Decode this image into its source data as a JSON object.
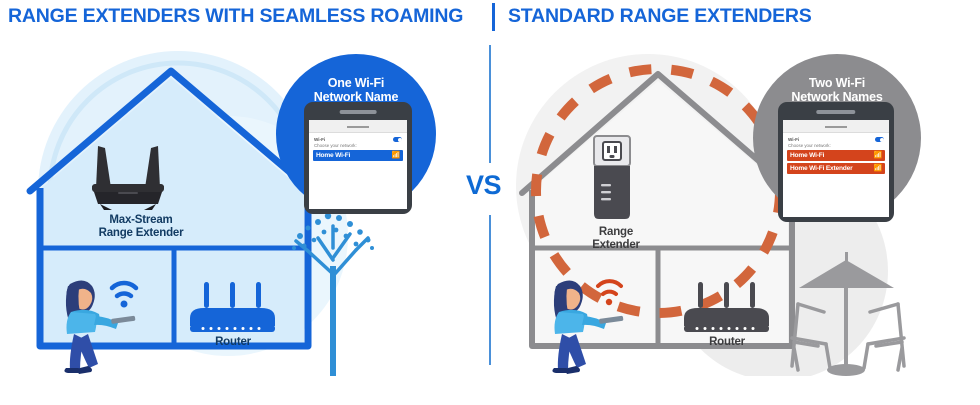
{
  "headings": {
    "left": "RANGE EXTENDERS WITH SEAMLESS ROAMING",
    "right": "STANDARD RANGE EXTENDERS"
  },
  "divider": {
    "vs_label": "VS"
  },
  "colors": {
    "brand_blue": "#1565d8",
    "light_blue_fill": "#d6ecfb",
    "house_blue_outline": "#1565d8",
    "gray_outline": "#8c8c8f",
    "gray_fill": "#f0f0f0",
    "orange": "#d4441c",
    "dashed_orange": "#d2663c",
    "bubble_blue": "#1565d8",
    "bubble_gray": "#8c8c8f",
    "device_dark": "#2f2f33",
    "phone_body": "#3a3f45"
  },
  "left_panel": {
    "bubble_title": "One Wi-Fi\nNetwork Name",
    "bubble_title_line1": "One Wi-Fi",
    "bubble_title_line2": "Network Name",
    "phone": {
      "wifi_label": "Wi-Fi",
      "toggle_state": "on",
      "choose_label": "Choose your network:",
      "networks": [
        {
          "name": "Home Wi-Fi",
          "selected": true,
          "color": "#1565d8",
          "signal_icon": "wifi-icon"
        }
      ]
    },
    "extender_label_line1": "Max-Stream",
    "extender_label_line2": "Range Extender",
    "extender_icon": "range-extender-icon",
    "router_label": "Router",
    "router_icon": "router-icon",
    "person_icon": "person-with-tablet-icon",
    "person_signal_icon": "wifi-signal-icon",
    "tree_icon": "tree-icon",
    "coverage": "seamless-single-coverage-circle"
  },
  "right_panel": {
    "bubble_title_line1": "Two Wi-Fi",
    "bubble_title_line2": "Network Names",
    "phone": {
      "wifi_label": "Wi-Fi",
      "toggle_state": "on",
      "choose_label": "Choose your network:",
      "networks": [
        {
          "name": "Home Wi-Fi",
          "selected": true,
          "color": "#d4441c",
          "signal_icon": "wifi-icon"
        },
        {
          "name": "Home Wi-Fi Extender",
          "selected": true,
          "color": "#d4441c",
          "signal_icon": "wifi-icon"
        }
      ]
    },
    "extender_label_line1": "Range",
    "extender_label_line2": "Extender",
    "extender_icon": "wall-plug-extender-icon",
    "router_label": "Router",
    "router_icon": "router-icon",
    "person_icon": "person-with-tablet-icon",
    "person_signal_icon": "wifi-signal-icon",
    "patio_icon": "patio-umbrella-chairs-icon",
    "coverage": "separate-coverage-circles",
    "boundary": "dashed-coverage-boundary"
  }
}
